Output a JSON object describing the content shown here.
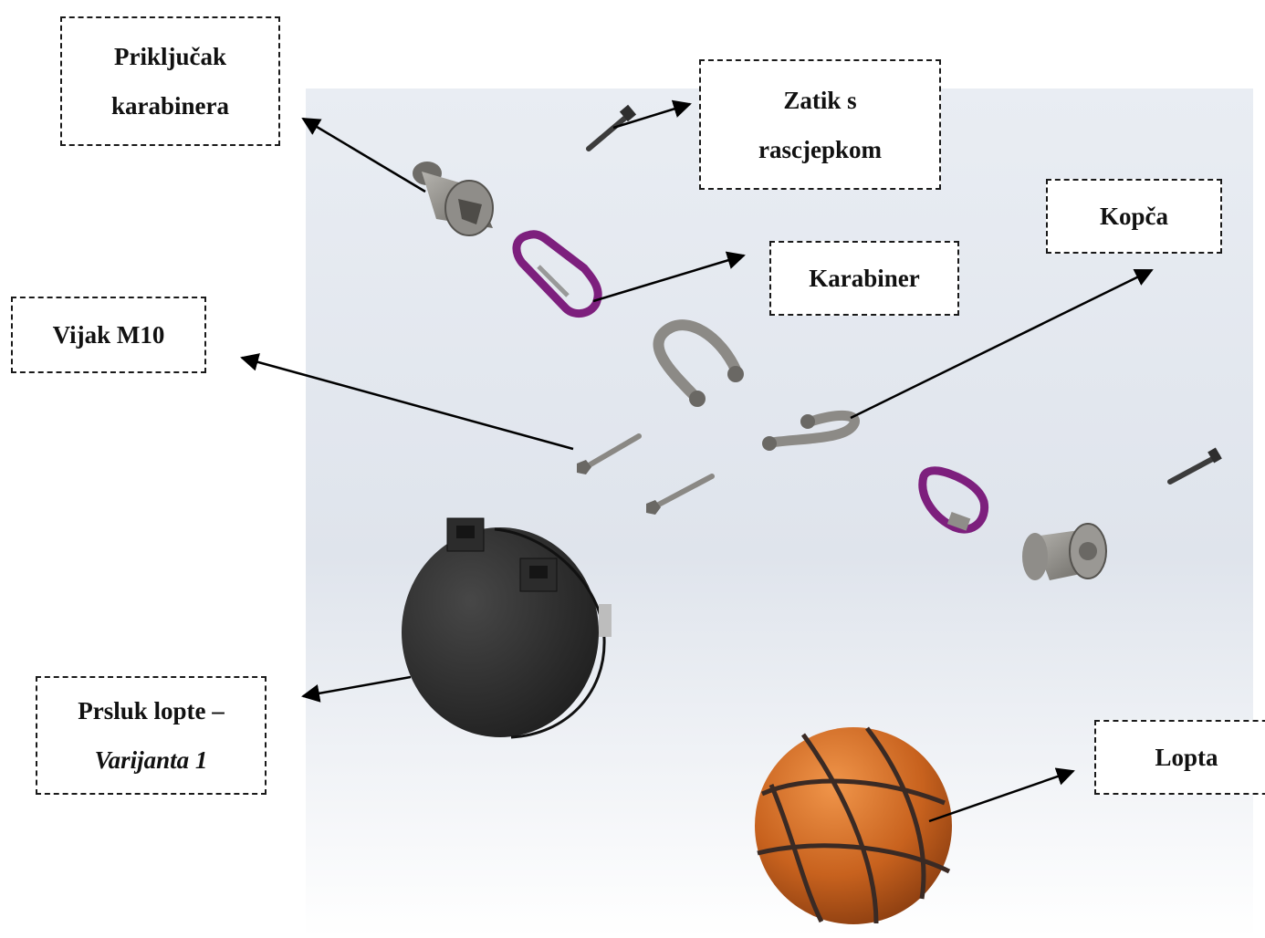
{
  "labels": {
    "prikljucak_line1": "Priključak",
    "prikljucak_line2": "karabinera",
    "zatik_line1": "Zatik s",
    "zatik_line2": "rascjepkom",
    "kopca": "Kopča",
    "karabiner": "Karabiner",
    "vijak": "Vijak M10",
    "prsluk_line1": "Prsluk lopte –",
    "prsluk_line2": "Varijanta 1",
    "lopta": "Lopta"
  },
  "colors": {
    "carabiner": "#7d1f7d",
    "metal": "#8c8a86",
    "vest": "#2b2b2b",
    "ball": "#c8621e",
    "ball_seam": "#3a2a24",
    "arrow": "#000000"
  }
}
